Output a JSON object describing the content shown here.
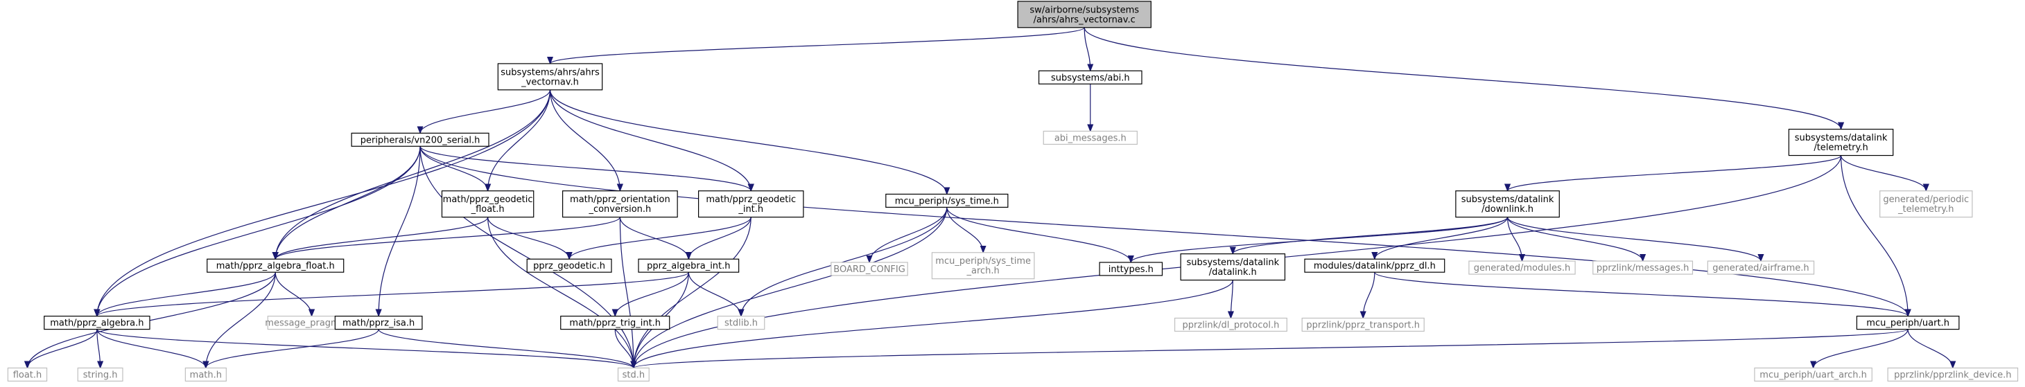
{
  "colors": {
    "root_fill": "#bfbfbf",
    "node_border": "#000000",
    "missing_border": "#bfbfbf",
    "missing_text": "#7f7f7f",
    "edge": "#191970"
  },
  "nodes": [
    {
      "id": "root",
      "lines": [
        "sw/airborne/subsystems",
        "/ahrs/ahrs_vectornav.c"
      ],
      "style": "root"
    },
    {
      "id": "ahrs_vectornav_h",
      "lines": [
        "subsystems/ahrs/ahrs",
        "_vectornav.h"
      ],
      "style": "normal"
    },
    {
      "id": "abi_h",
      "lines": [
        "subsystems/abi.h"
      ],
      "style": "normal"
    },
    {
      "id": "abi_messages_h",
      "lines": [
        "abi_messages.h"
      ],
      "style": "missing"
    },
    {
      "id": "telemetry_h",
      "lines": [
        "subsystems/datalink",
        "/telemetry.h"
      ],
      "style": "normal"
    },
    {
      "id": "vn200_serial_h",
      "lines": [
        "peripherals/vn200_serial.h"
      ],
      "style": "normal"
    },
    {
      "id": "geodetic_float_h",
      "lines": [
        "math/pprz_geodetic",
        "_float.h"
      ],
      "style": "normal"
    },
    {
      "id": "orientation_h",
      "lines": [
        "math/pprz_orientation",
        "_conversion.h"
      ],
      "style": "normal"
    },
    {
      "id": "geodetic_int_h",
      "lines": [
        "math/pprz_geodetic",
        "_int.h"
      ],
      "style": "normal"
    },
    {
      "id": "sys_time_h",
      "lines": [
        "mcu_periph/sys_time.h"
      ],
      "style": "normal"
    },
    {
      "id": "downlink_h",
      "lines": [
        "subsystems/datalink",
        "/downlink.h"
      ],
      "style": "normal"
    },
    {
      "id": "periodic_telemetry_h",
      "lines": [
        "generated/periodic",
        "_telemetry.h"
      ],
      "style": "missing"
    },
    {
      "id": "algebra_float_h",
      "lines": [
        "math/pprz_algebra_float.h"
      ],
      "style": "normal"
    },
    {
      "id": "pprz_geodetic_h",
      "lines": [
        "pprz_geodetic.h"
      ],
      "style": "normal"
    },
    {
      "id": "algebra_int_h",
      "lines": [
        "pprz_algebra_int.h"
      ],
      "style": "normal"
    },
    {
      "id": "board_config",
      "lines": [
        "BOARD_CONFIG"
      ],
      "style": "missing"
    },
    {
      "id": "sys_time_arch_h",
      "lines": [
        "mcu_periph/sys_time",
        "_arch.h"
      ],
      "style": "missing"
    },
    {
      "id": "inttypes_h",
      "lines": [
        "inttypes.h"
      ],
      "style": "normal"
    },
    {
      "id": "datalink_h",
      "lines": [
        "subsystems/datalink",
        "/datalink.h"
      ],
      "style": "normal"
    },
    {
      "id": "pprz_dl_h",
      "lines": [
        "modules/datalink/pprz_dl.h"
      ],
      "style": "normal"
    },
    {
      "id": "gen_modules_h",
      "lines": [
        "generated/modules.h"
      ],
      "style": "missing"
    },
    {
      "id": "pprzlink_messages_h",
      "lines": [
        "pprzlink/messages.h"
      ],
      "style": "missing"
    },
    {
      "id": "gen_airframe_h",
      "lines": [
        "generated/airframe.h"
      ],
      "style": "missing"
    },
    {
      "id": "algebra_h",
      "lines": [
        "math/pprz_algebra.h"
      ],
      "style": "normal"
    },
    {
      "id": "message_pragmas_h",
      "lines": [
        "message_pragmas.h"
      ],
      "style": "missing"
    },
    {
      "id": "pprz_isa_h",
      "lines": [
        "math/pprz_isa.h"
      ],
      "style": "normal"
    },
    {
      "id": "trig_int_h",
      "lines": [
        "math/pprz_trig_int.h"
      ],
      "style": "normal"
    },
    {
      "id": "stdlib_h",
      "lines": [
        "stdlib.h"
      ],
      "style": "missing"
    },
    {
      "id": "dl_protocol_h",
      "lines": [
        "pprzlink/dl_protocol.h"
      ],
      "style": "missing"
    },
    {
      "id": "pprz_transport_h",
      "lines": [
        "pprzlink/pprz_transport.h"
      ],
      "style": "missing"
    },
    {
      "id": "uart_h",
      "lines": [
        "mcu_periph/uart.h"
      ],
      "style": "normal"
    },
    {
      "id": "float_h",
      "lines": [
        "float.h"
      ],
      "style": "missing"
    },
    {
      "id": "string_h",
      "lines": [
        "string.h"
      ],
      "style": "missing"
    },
    {
      "id": "math_h",
      "lines": [
        "math.h"
      ],
      "style": "missing"
    },
    {
      "id": "std_h",
      "lines": [
        "std.h"
      ],
      "style": "missing"
    },
    {
      "id": "uart_arch_h",
      "lines": [
        "mcu_periph/uart_arch.h"
      ],
      "style": "missing"
    },
    {
      "id": "pprzlink_device_h",
      "lines": [
        "pprzlink/pprzlink_device.h"
      ],
      "style": "missing"
    }
  ],
  "edges": [
    {
      "from": "root",
      "to": "ahrs_vectornav_h"
    },
    {
      "from": "root",
      "to": "abi_h"
    },
    {
      "from": "root",
      "to": "telemetry_h"
    },
    {
      "from": "abi_h",
      "to": "abi_messages_h"
    },
    {
      "from": "ahrs_vectornav_h",
      "to": "vn200_serial_h"
    },
    {
      "from": "ahrs_vectornav_h",
      "to": "geodetic_float_h"
    },
    {
      "from": "ahrs_vectornav_h",
      "to": "orientation_h"
    },
    {
      "from": "ahrs_vectornav_h",
      "to": "geodetic_int_h"
    },
    {
      "from": "ahrs_vectornav_h",
      "to": "sys_time_h"
    },
    {
      "from": "ahrs_vectornav_h",
      "to": "algebra_float_h"
    },
    {
      "from": "ahrs_vectornav_h",
      "to": "algebra_h"
    },
    {
      "from": "vn200_serial_h",
      "to": "geodetic_float_h"
    },
    {
      "from": "vn200_serial_h",
      "to": "geodetic_int_h"
    },
    {
      "from": "vn200_serial_h",
      "to": "algebra_float_h"
    },
    {
      "from": "vn200_serial_h",
      "to": "algebra_h"
    },
    {
      "from": "vn200_serial_h",
      "to": "pprz_isa_h"
    },
    {
      "from": "vn200_serial_h",
      "to": "std_h"
    },
    {
      "from": "vn200_serial_h",
      "to": "uart_h"
    },
    {
      "from": "geodetic_float_h",
      "to": "algebra_float_h"
    },
    {
      "from": "geodetic_float_h",
      "to": "pprz_geodetic_h"
    },
    {
      "from": "geodetic_float_h",
      "to": "std_h"
    },
    {
      "from": "orientation_h",
      "to": "algebra_float_h"
    },
    {
      "from": "orientation_h",
      "to": "algebra_int_h"
    },
    {
      "from": "orientation_h",
      "to": "std_h"
    },
    {
      "from": "geodetic_int_h",
      "to": "pprz_geodetic_h"
    },
    {
      "from": "geodetic_int_h",
      "to": "algebra_int_h"
    },
    {
      "from": "geodetic_int_h",
      "to": "std_h"
    },
    {
      "from": "sys_time_h",
      "to": "board_config"
    },
    {
      "from": "sys_time_h",
      "to": "sys_time_arch_h"
    },
    {
      "from": "sys_time_h",
      "to": "inttypes_h"
    },
    {
      "from": "sys_time_h",
      "to": "stdlib_h"
    },
    {
      "from": "sys_time_h",
      "to": "std_h"
    },
    {
      "from": "telemetry_h",
      "to": "downlink_h"
    },
    {
      "from": "telemetry_h",
      "to": "periodic_telemetry_h"
    },
    {
      "from": "telemetry_h",
      "to": "uart_h"
    },
    {
      "from": "telemetry_h",
      "to": "std_h"
    },
    {
      "from": "downlink_h",
      "to": "inttypes_h"
    },
    {
      "from": "downlink_h",
      "to": "datalink_h"
    },
    {
      "from": "downlink_h",
      "to": "pprz_dl_h"
    },
    {
      "from": "downlink_h",
      "to": "gen_modules_h"
    },
    {
      "from": "downlink_h",
      "to": "pprzlink_messages_h"
    },
    {
      "from": "downlink_h",
      "to": "gen_airframe_h"
    },
    {
      "from": "algebra_float_h",
      "to": "algebra_h"
    },
    {
      "from": "algebra_float_h",
      "to": "message_pragmas_h"
    },
    {
      "from": "algebra_float_h",
      "to": "float_h"
    },
    {
      "from": "algebra_float_h",
      "to": "math_h"
    },
    {
      "from": "algebra_int_h",
      "to": "algebra_h"
    },
    {
      "from": "algebra_int_h",
      "to": "trig_int_h"
    },
    {
      "from": "algebra_int_h",
      "to": "stdlib_h"
    },
    {
      "from": "algebra_int_h",
      "to": "std_h"
    },
    {
      "from": "trig_int_h",
      "to": "std_h"
    },
    {
      "from": "algebra_h",
      "to": "float_h"
    },
    {
      "from": "algebra_h",
      "to": "string_h"
    },
    {
      "from": "algebra_h",
      "to": "math_h"
    },
    {
      "from": "algebra_h",
      "to": "std_h"
    },
    {
      "from": "pprz_isa_h",
      "to": "math_h"
    },
    {
      "from": "pprz_isa_h",
      "to": "std_h"
    },
    {
      "from": "datalink_h",
      "to": "dl_protocol_h"
    },
    {
      "from": "datalink_h",
      "to": "std_h"
    },
    {
      "from": "pprz_dl_h",
      "to": "pprz_transport_h"
    },
    {
      "from": "pprz_dl_h",
      "to": "uart_h"
    },
    {
      "from": "uart_h",
      "to": "std_h"
    },
    {
      "from": "uart_h",
      "to": "uart_arch_h"
    },
    {
      "from": "uart_h",
      "to": "pprzlink_device_h"
    }
  ]
}
